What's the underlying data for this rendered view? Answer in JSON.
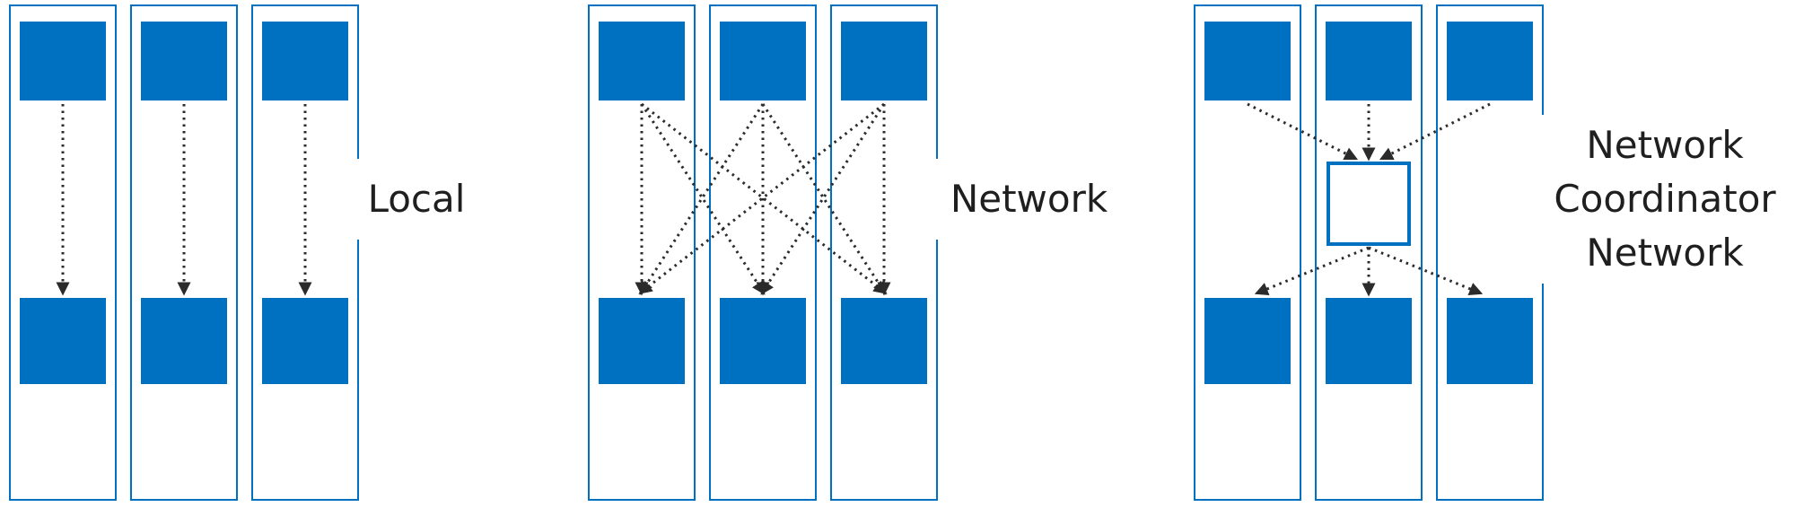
{
  "diagram": {
    "background": "#ffffff",
    "node_color": "#0070C0",
    "container_border_color": "#0070C0",
    "coordinator_fill": "#ffffff",
    "coordinator_border_color": "#0070C0",
    "arrow_color": "#2b2b2b",
    "label_color": "#1f1f1f",
    "panels": [
      {
        "name": "local",
        "label": "Local",
        "label_lines": [
          "Local"
        ],
        "columns": 3,
        "connection": "one-to-one",
        "has_coordinator": false
      },
      {
        "name": "network",
        "label": "Network",
        "label_lines": [
          "Network"
        ],
        "columns": 3,
        "connection": "full-mesh",
        "has_coordinator": false
      },
      {
        "name": "network-coordinator-network",
        "label": "Network Coordinator Network",
        "label_lines": [
          "Network",
          "Coordinator",
          "Network"
        ],
        "columns": 3,
        "connection": "via-coordinator",
        "has_coordinator": true
      }
    ]
  }
}
